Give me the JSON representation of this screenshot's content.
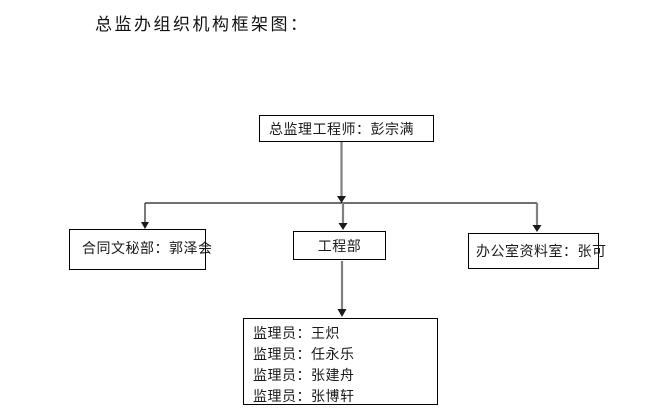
{
  "page": {
    "title": "总监办组织机构框架图："
  },
  "chart": {
    "type": "org-chart",
    "root": {
      "label": "总监理工程师：彭宗满"
    },
    "level2": [
      {
        "label": "合同文秘部：郭泽会"
      },
      {
        "label": "工程部"
      },
      {
        "label": "办公室资料室：张可"
      }
    ],
    "members": {
      "lines": [
        "监理员：王炽",
        "监理员：任永乐",
        "监理员：张建舟",
        "监理员：张博轩"
      ]
    }
  },
  "colors": {
    "background": "#ffffff",
    "text": "#111111",
    "box_border": "#000000",
    "connector_black": "#1a1a1a",
    "connector_gray": "#808080"
  }
}
